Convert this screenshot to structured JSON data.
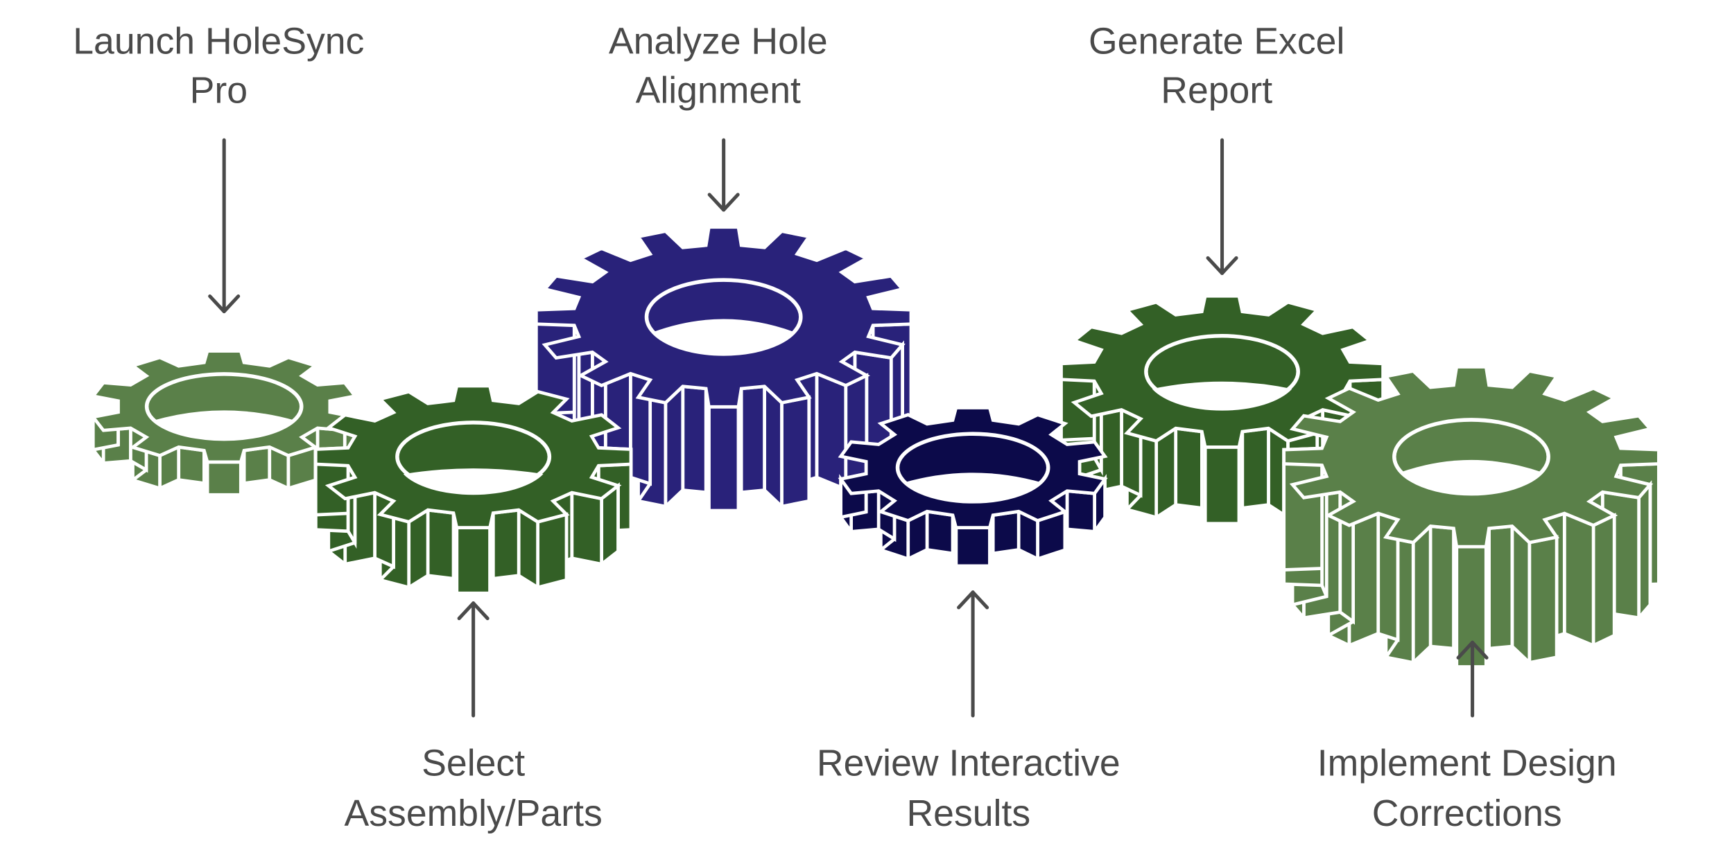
{
  "diagram": {
    "type": "gear-process",
    "steps": [
      {
        "id": "launch",
        "lines": [
          "Launch HoleSync",
          "Pro"
        ],
        "position": "top",
        "color": "#5a8049"
      },
      {
        "id": "select",
        "lines": [
          "Select",
          "Assembly/Parts"
        ],
        "position": "bottom",
        "color": "#336026"
      },
      {
        "id": "analyze",
        "lines": [
          "Analyze Hole",
          "Alignment"
        ],
        "position": "top",
        "color": "#29227a"
      },
      {
        "id": "review",
        "lines": [
          "Review Interactive",
          "Results"
        ],
        "position": "bottom",
        "color": "#0c0a4a"
      },
      {
        "id": "generate",
        "lines": [
          "Generate Excel",
          "Report"
        ],
        "position": "top",
        "color": "#336026"
      },
      {
        "id": "implement",
        "lines": [
          "Implement Design",
          "Corrections"
        ],
        "position": "bottom",
        "color": "#5a8049"
      }
    ],
    "colors": {
      "text": "#4a4a4a",
      "arrow": "#4a4a4a",
      "outline": "#ffffff",
      "background": "#ffffff"
    }
  }
}
